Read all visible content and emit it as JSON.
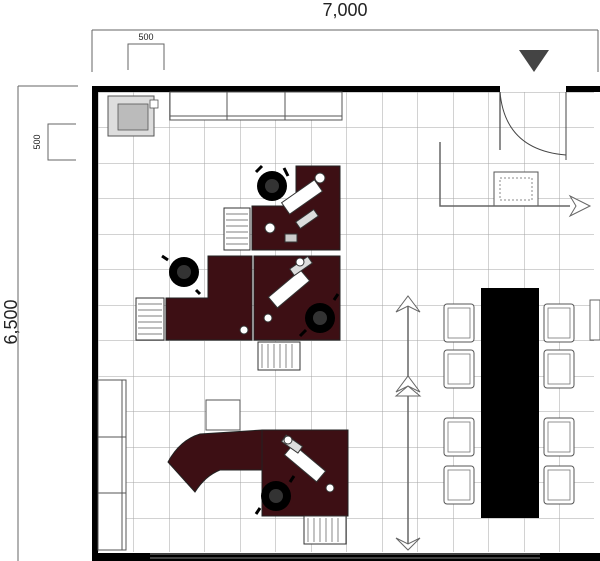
{
  "dimensions": {
    "width_label": "7,000",
    "height_label": "6,500",
    "module_h_label": "500",
    "module_v_label": "500"
  },
  "colors": {
    "desk": "#3d0f14",
    "table": "#000000",
    "wall": "#000000",
    "grid": "#9a9a9a",
    "chair": "#111111"
  },
  "icons": {
    "entrance": "triangle-down-icon"
  }
}
